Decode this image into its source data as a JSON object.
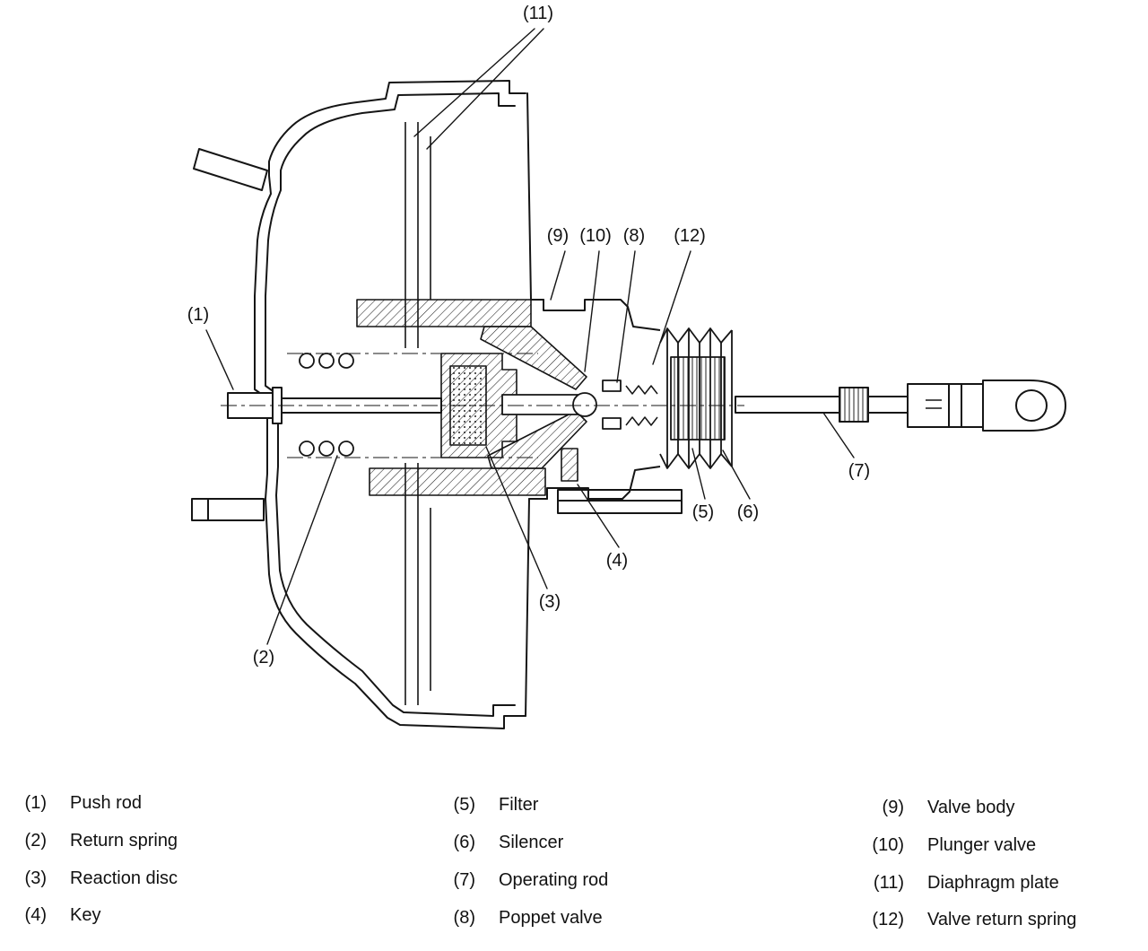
{
  "callouts": {
    "c1": "(1)",
    "c2": "(2)",
    "c3": "(3)",
    "c4": "(4)",
    "c5": "(5)",
    "c6": "(6)",
    "c7": "(7)",
    "c8": "(8)",
    "c9": "(9)",
    "c10": "(10)",
    "c11": "(11)",
    "c12": "(12)"
  },
  "legend": {
    "col1": [
      {
        "num": "(1)",
        "label": "Push rod"
      },
      {
        "num": "(2)",
        "label": "Return spring"
      },
      {
        "num": "(3)",
        "label": "Reaction disc"
      },
      {
        "num": "(4)",
        "label": "Key"
      }
    ],
    "col2": [
      {
        "num": "(5)",
        "label": "Filter"
      },
      {
        "num": "(6)",
        "label": "Silencer"
      },
      {
        "num": "(7)",
        "label": "Operating rod"
      },
      {
        "num": "(8)",
        "label": "Poppet valve"
      }
    ],
    "col3": [
      {
        "num": "(9)",
        "label": "Valve body"
      },
      {
        "num": "(10)",
        "label": "Plunger valve"
      },
      {
        "num": "(11)",
        "label": "Diaphragm plate"
      },
      {
        "num": "(12)",
        "label": "Valve return spring"
      }
    ]
  }
}
